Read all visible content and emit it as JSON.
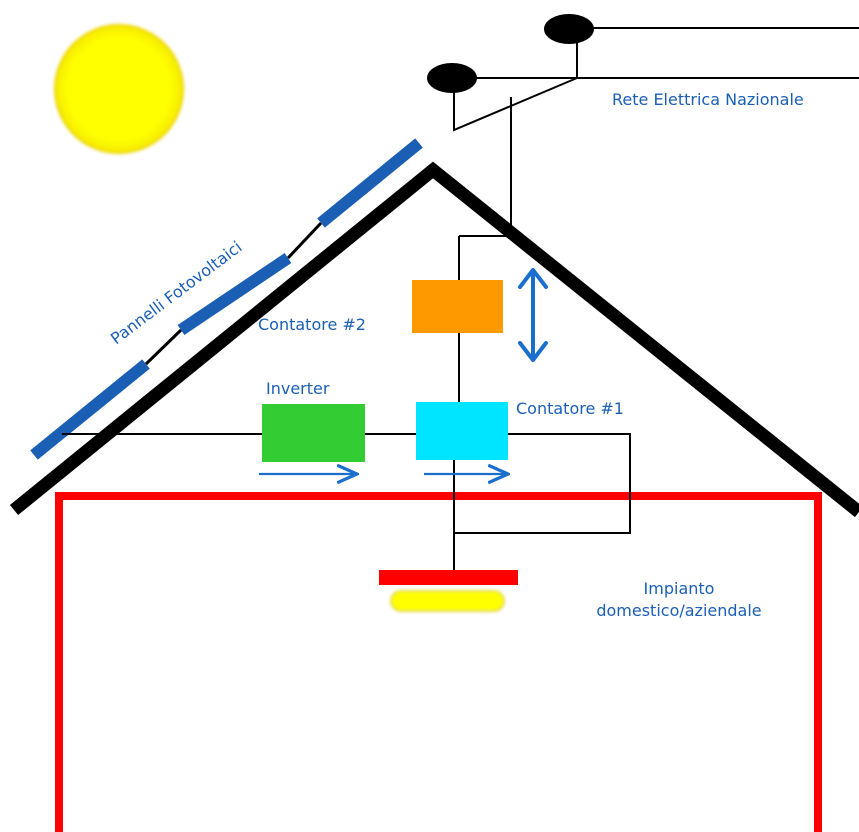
{
  "labels": {
    "grid": "Rete Elettrica Nazionale",
    "panels": "Pannelli Fotovoltaici",
    "meter2": "Contatore #2",
    "inverter": "Inverter",
    "meter1": "Contatore #1",
    "home_line1": "Impianto",
    "home_line2": "domestico/aziendale"
  },
  "colors": {
    "sun": "#ffff00",
    "panel": "#1a5fb4",
    "roof": "#000000",
    "house": "#ff0000",
    "meter2": "#ff9900",
    "inverter": "#33cc33",
    "meter1": "#00e5ff",
    "arrow": "#1a6fcc",
    "load_top": "#ff0000",
    "load_bottom": "#ffff00",
    "text": "#1a5fb4"
  }
}
